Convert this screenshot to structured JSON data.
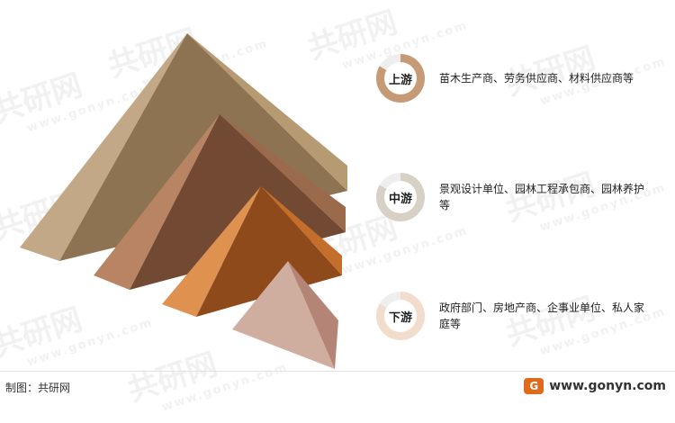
{
  "watermark": {
    "brand": "共研网",
    "url": "www.gonyn.com"
  },
  "stages": [
    {
      "label": "上游",
      "description": "苗木生产商、劳务供应商、材料供应商等",
      "ring_color": "#c59a74"
    },
    {
      "label": "中游",
      "description": "景观设计单位、园林工程承包商、园林养护等",
      "ring_color": "#d6d1c4"
    },
    {
      "label": "下游",
      "description": "政府部门、房地产商、企事业单位、私人家庭等",
      "ring_color": "#f2dccb"
    }
  ],
  "footer": {
    "source": "制图：共研网",
    "logo_text": "G",
    "site": "www.gonyn.com"
  },
  "colors": {
    "tier1": [
      "#c2a886",
      "#8e7353",
      "#b59a72"
    ],
    "tier2": [
      "#b98464",
      "#724a33",
      "#9b6a4d"
    ],
    "tier3": [
      "#df9150",
      "#8f4a1c",
      "#c46e2c"
    ],
    "tier4": [
      "#cfae9f",
      "#9c6f63",
      "#b48577"
    ]
  }
}
